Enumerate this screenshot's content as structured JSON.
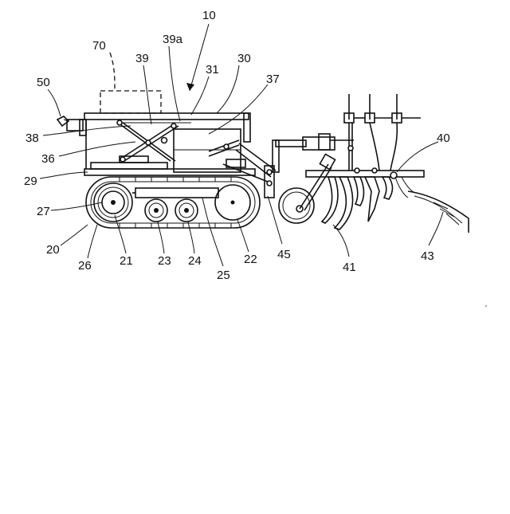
{
  "labels": {
    "l10": "10",
    "l70": "70",
    "l39a": "39a",
    "l39": "39",
    "l31": "31",
    "l30": "30",
    "l37": "37",
    "l50": "50",
    "l38": "38",
    "l36": "36",
    "l29": "29",
    "l27": "27",
    "l20": "20",
    "l26": "26",
    "l21": "21",
    "l23": "23",
    "l24": "24",
    "l25": "25",
    "l22": "22",
    "l45": "45",
    "l41": "41",
    "l43": "43",
    "l40": "40"
  }
}
